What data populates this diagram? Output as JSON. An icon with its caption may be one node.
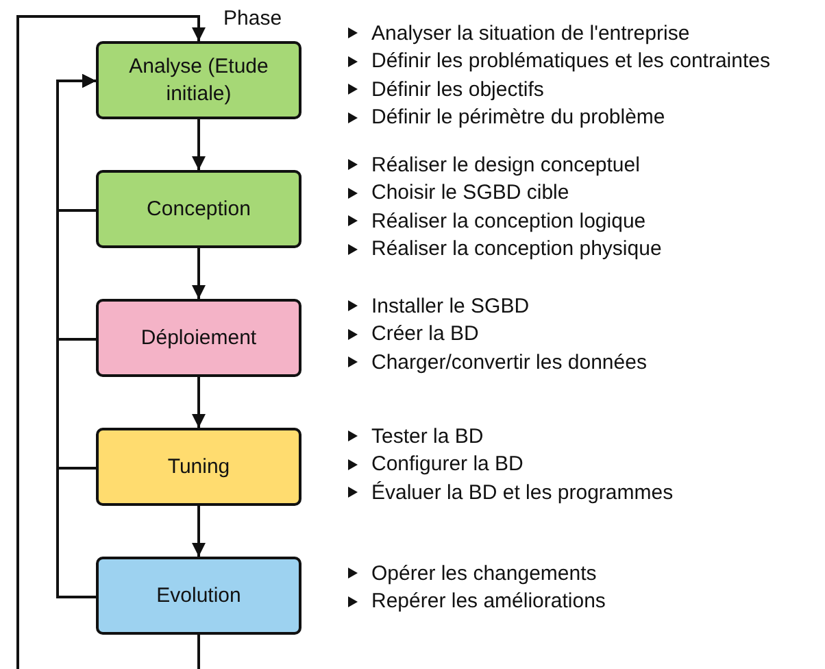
{
  "diagram": {
    "nodes": [
      {
        "text": [
          "Analyse (Etude initiale)"
        ],
        "beside": [
          "Analyser la situation de l'entreprise",
          "Définir les problématiques et les contraintes",
          "Définir les objectifs",
          "Définir le périmètre du problème"
        ]
      },
      {
        "text": [
          "Conception"
        ],
        "beside": [
          "Réaliser le design conceptuel",
          "Choisir le SGBD cible",
          "Réaliser la conception logique",
          "Réaliser la conception physique"
        ]
      },
      {
        "text": [
          "Déploiement"
        ],
        "beside": [
          "Installer le SGBD",
          "Créer la BD",
          "Charger/convertir les données"
        ]
      },
      {
        "text": [
          "Tuning"
        ],
        "beside": [
          "Tester la BD",
          "Configurer la BD",
          "Évaluer la BD et les programmes"
        ]
      },
      {
        "text": [
          "Evolution"
        ],
        "beside": [
          "Opérer les changements",
          "Repérer les améliorations"
        ]
      }
    ],
    "edges": [
      {
        "from": 0,
        "to": 1,
        "arrow": "to"
      },
      {
        "from": 1,
        "to": 2,
        "arrow": "to"
      },
      {
        "from": 2,
        "to": 3,
        "arrow": "to"
      },
      {
        "from": 3,
        "to": 4,
        "arrow": "to"
      },
      {
        "from": 1,
        "to": 0,
        "arrow": "to"
      },
      {
        "from": 2,
        "to": 0,
        "arrow": "to"
      },
      {
        "from": 3,
        "to": 0,
        "arrow": "to"
      },
      {
        "from": 4,
        "to": 0,
        "arrow": "to"
      },
      {
        "from": 4,
        "to": 0,
        "arrow": "to"
      }
    ],
    "labels": [
      "Phase"
    ]
  }
}
